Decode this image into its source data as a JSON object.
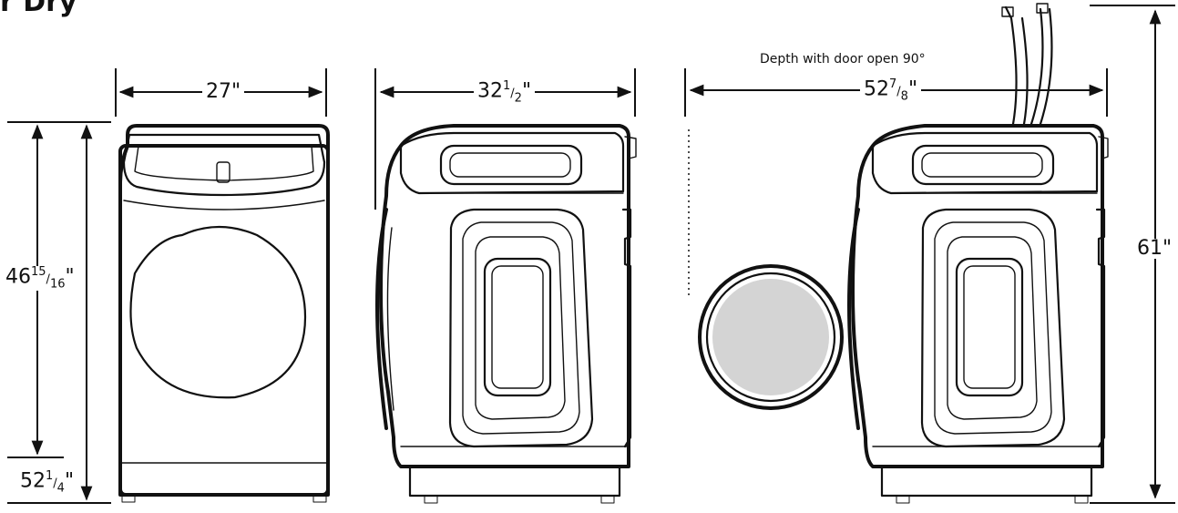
{
  "heading": "r Dry",
  "front_view": {
    "width_label": "27\"",
    "height_label": {
      "whole": "46",
      "num": "15",
      "den": "16",
      "suffix": "\""
    },
    "door_open_height_label": {
      "whole": "52",
      "num": "1",
      "den": "4",
      "suffix": "\""
    }
  },
  "side_view": {
    "depth_label": {
      "whole": "32",
      "num": "1",
      "den": "2",
      "suffix": "\""
    }
  },
  "door_open_view": {
    "caption": "Depth with door open 90°",
    "depth_label": {
      "whole": "52",
      "num": "7",
      "den": "8",
      "suffix": "\""
    },
    "height_with_hoses_label": "61\""
  },
  "colors": {
    "line": "#111111",
    "door_glass": "#d4d4d4",
    "background": "#ffffff"
  }
}
